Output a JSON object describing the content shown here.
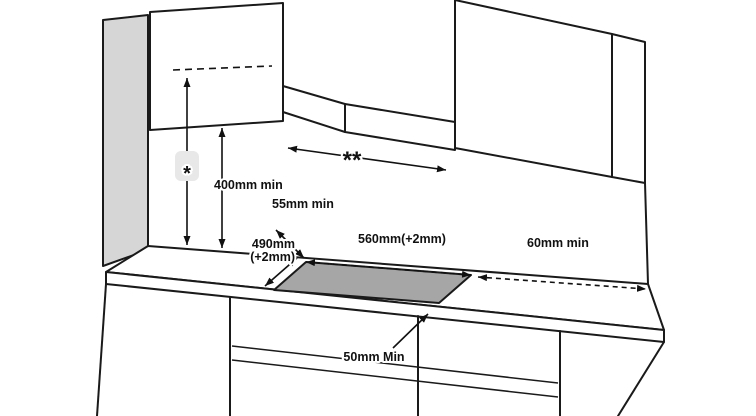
{
  "diagram": {
    "type": "cooktop-installation-clearance-diagram",
    "colors": {
      "outline": "#1a1a1a",
      "wall_gray": "#d6d6d6",
      "cutout_gray": "#a6a6a6",
      "badge_gray": "#e8e8e8",
      "background": "#ffffff"
    },
    "labels": {
      "star": "*",
      "double_star": "**",
      "clearance_400": "400mm min",
      "clearance_55": "55mm min",
      "cutout_depth": "490mm",
      "cutout_depth_tolerance": "(+2mm)",
      "cutout_width": "560mm(+2mm)",
      "clearance_60": "60mm min",
      "clearance_50": "50mm Min"
    }
  }
}
